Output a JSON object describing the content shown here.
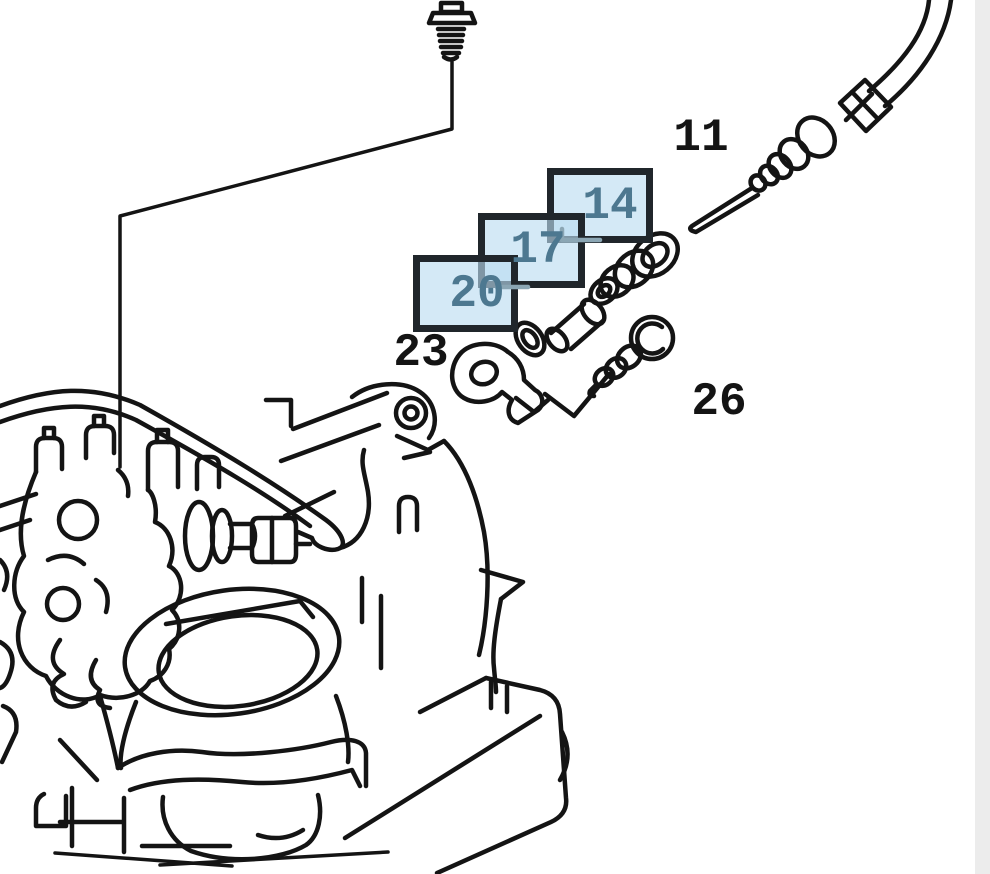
{
  "window": {
    "background": "#ffffff",
    "scrollbar_color": "#ececec"
  },
  "diagram": {
    "type": "exploded-parts-line-drawing",
    "subject": "Engine intake / distributor assembly with fuel-line fittings and numbered part callouts",
    "line_color": "#141414",
    "callouts": [
      {
        "label": "11",
        "highlighted": false
      },
      {
        "label": "14",
        "highlighted": true
      },
      {
        "label": "17",
        "highlighted": true
      },
      {
        "label": "20",
        "highlighted": true
      },
      {
        "label": "23",
        "highlighted": false
      },
      {
        "label": "26",
        "highlighted": false
      }
    ],
    "highlights": {
      "fill": "#badcf0",
      "fill_opacity": "0.62",
      "border_color": "#20262b",
      "label_color": "#4d7890",
      "leader_color": "#8ba6b4"
    }
  }
}
